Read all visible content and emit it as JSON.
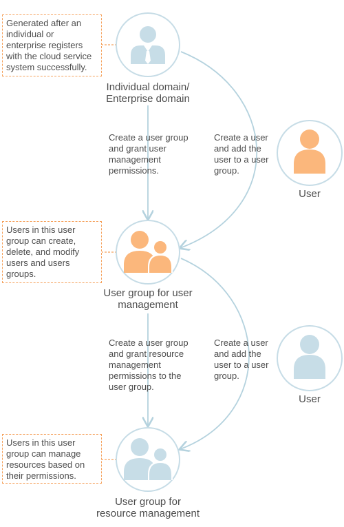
{
  "nodes": {
    "domain": {
      "caption": "Individual domain/\nEnterprise domain",
      "note": "Generated after an\nindividual or\nenterprise registers\nwith the cloud service\nsystem successfully."
    },
    "user_mgmt_group": {
      "caption": "User group for user\nmanagement",
      "note": "Users in this user\ngroup can create,\ndelete, and modify\nusers and users\ngroups."
    },
    "resource_mgmt_group": {
      "caption": "User group for\nresource management",
      "note": "Users in this user\ngroup can manage\nresources based on\ntheir permissions."
    },
    "user_orange": {
      "caption": "User"
    },
    "user_blue": {
      "caption": "User"
    }
  },
  "edges": {
    "create_user_mgmt_group": "Create a user group\nand grant user\nmanagement\npermissions.",
    "add_user_to_mgmt_group": "Create a user\nand add the\nuser to a user\ngroup.",
    "create_resource_group": "Create a user group\nand grant resource\nmanagement\npermissions to the\nuser group.",
    "add_user_to_resource_group": "Create a user\nand add the\nuser to a user\ngroup."
  },
  "colors": {
    "circle_border": "#c6dce6",
    "connector": "#b4d2de",
    "orange": "#fbb77c",
    "blue": "#c7dde7",
    "note_border": "#f5a05a"
  }
}
